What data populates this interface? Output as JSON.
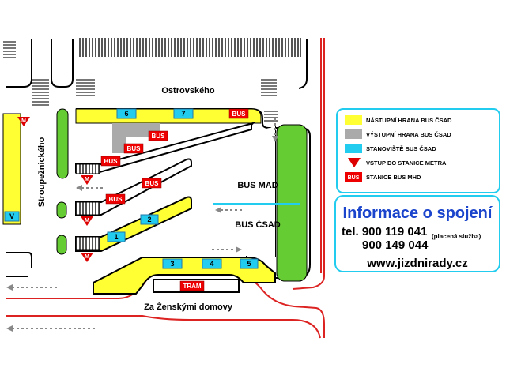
{
  "streets": {
    "top": "Ostrovského",
    "left": "Stroupežnického",
    "bottom": "Za Ženskými domovy"
  },
  "areas": {
    "bus_mad": "BUS MAD",
    "bus_csad": "BUS ČSAD"
  },
  "stands": {
    "s1": "1",
    "s2": "2",
    "s3": "3",
    "s4": "4",
    "s5": "5",
    "s6": "6",
    "s7": "7",
    "v": "V"
  },
  "stops": {
    "bus": "BUS",
    "tram": "TRAM"
  },
  "metro": {
    "m": "M"
  },
  "legend": {
    "items": [
      {
        "label": "NÁSTUPNÍ HRANA BUS ČSAD",
        "color": "#ffff33"
      },
      {
        "label": "VÝSTUPNÍ HRANA BUS ČSAD",
        "color": "#aaaaaa"
      },
      {
        "label": "STANOVIŠTĚ BUS ČSAD",
        "color": "#22ccee"
      },
      {
        "label": "VSTUP DO STANICE METRA",
        "color": "#dd0000"
      },
      {
        "label": "STANICE BUS MHD",
        "color": "#ee0000",
        "swatch_text": "BUS"
      }
    ]
  },
  "info": {
    "title": "Informace o spojení",
    "phone1": "tel. 900 119 041",
    "phone2": "900 149 044",
    "note": "(placená služba)",
    "url": "www.jizdnirady.cz"
  },
  "colors": {
    "platform_yellow": "#ffff33",
    "grass_green": "#66cc33",
    "stand_cyan": "#22ccee",
    "bus_red": "#ee0000",
    "road_red": "#dd2222",
    "info_blue": "#1a44cc",
    "legend_border": "#22ccee"
  }
}
